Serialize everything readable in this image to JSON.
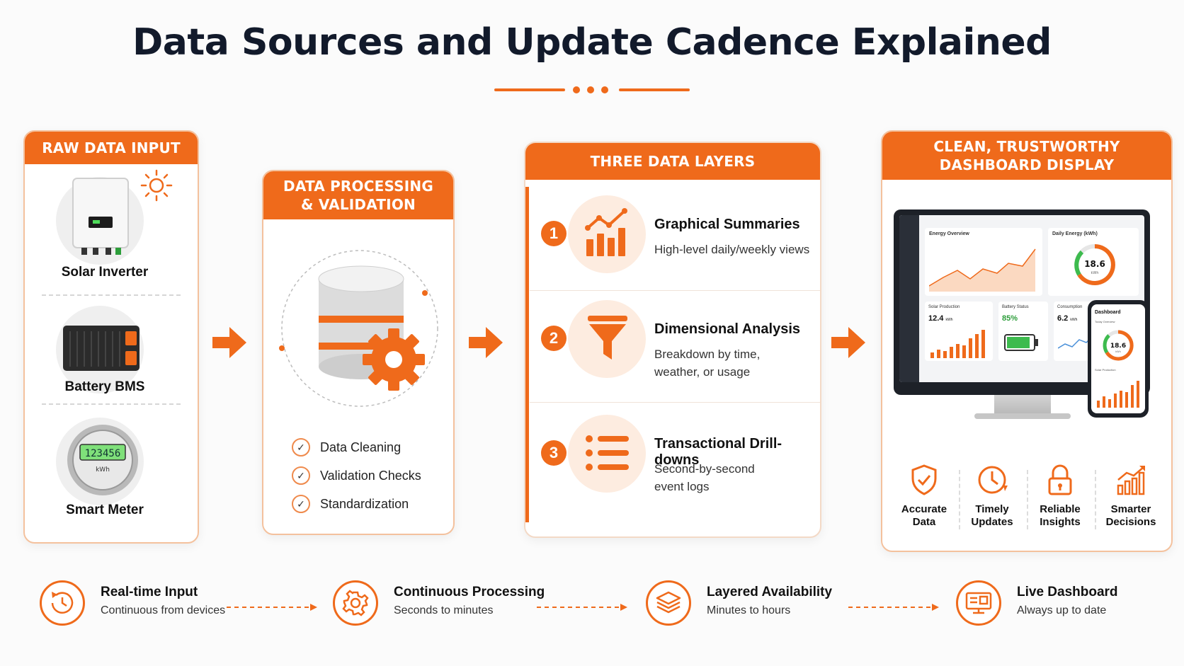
{
  "title": "Data Sources and Update Cadence Explained",
  "accent_color": "#ef6a1b",
  "raw_input": {
    "heading": "RAW DATA INPUT",
    "devices": [
      {
        "label": "Solar Inverter",
        "icon": "solar-inverter-icon"
      },
      {
        "label": "Battery BMS",
        "icon": "battery-icon"
      },
      {
        "label": "Smart Meter",
        "icon": "smart-meter-icon"
      }
    ],
    "meter_reading": "123456",
    "meter_unit": "kWh"
  },
  "processing": {
    "heading_line1": "DATA PROCESSING",
    "heading_line2": "& VALIDATION",
    "checks": [
      "Data Cleaning",
      "Validation Checks",
      "Standardization"
    ]
  },
  "layers": {
    "heading": "THREE DATA LAYERS",
    "items": [
      {
        "num": "1",
        "title": "Graphical Summaries",
        "desc1": "High-level daily/weekly views",
        "desc2": "",
        "icon": "bar-chart-icon"
      },
      {
        "num": "2",
        "title": "Dimensional Analysis",
        "desc1": "Breakdown by time,",
        "desc2": "weather, or usage",
        "icon": "funnel-icon"
      },
      {
        "num": "3",
        "title": "Transactional Drill-downs",
        "desc1": "Second-by-second",
        "desc2": "event logs",
        "icon": "list-icon"
      }
    ]
  },
  "dashboard": {
    "heading_line1": "CLEAN, TRUSTWORTHY",
    "heading_line2": "DASHBOARD DISPLAY",
    "screen": {
      "energy_overview": "Energy Overview",
      "daily_energy": "Daily Energy (kWh)",
      "gauge_value": "18.6",
      "gauge_unit": "kWh",
      "solar_production": "Solar Production",
      "solar_value": "12.4",
      "solar_unit": "kWh",
      "battery_status": "Battery Status",
      "battery_value": "85%",
      "consumption": "Consumption",
      "consumption_value": "6.2",
      "consumption_unit": "kWh"
    },
    "phone": {
      "title": "Dashboard",
      "sub": "Today Overview",
      "value": "18.6",
      "unit": "kWh",
      "section": "Solar Production"
    },
    "benefits": [
      {
        "l1": "Accurate",
        "l2": "Data",
        "icon": "shield-check-icon"
      },
      {
        "l1": "Timely",
        "l2": "Updates",
        "icon": "clock-icon"
      },
      {
        "l1": "Reliable",
        "l2": "Insights",
        "icon": "lock-icon"
      },
      {
        "l1": "Smarter",
        "l2": "Decisions",
        "icon": "growth-chart-icon"
      }
    ]
  },
  "timeline": [
    {
      "title": "Real-time Input",
      "sub": "Continuous from devices",
      "icon": "clock-refresh-icon"
    },
    {
      "title": "Continuous Processing",
      "sub": "Seconds to minutes",
      "icon": "gear-icon"
    },
    {
      "title": "Layered Availability",
      "sub": "Minutes to hours",
      "icon": "layers-icon"
    },
    {
      "title": "Live Dashboard",
      "sub": "Always up to date",
      "icon": "monitor-icon"
    }
  ]
}
